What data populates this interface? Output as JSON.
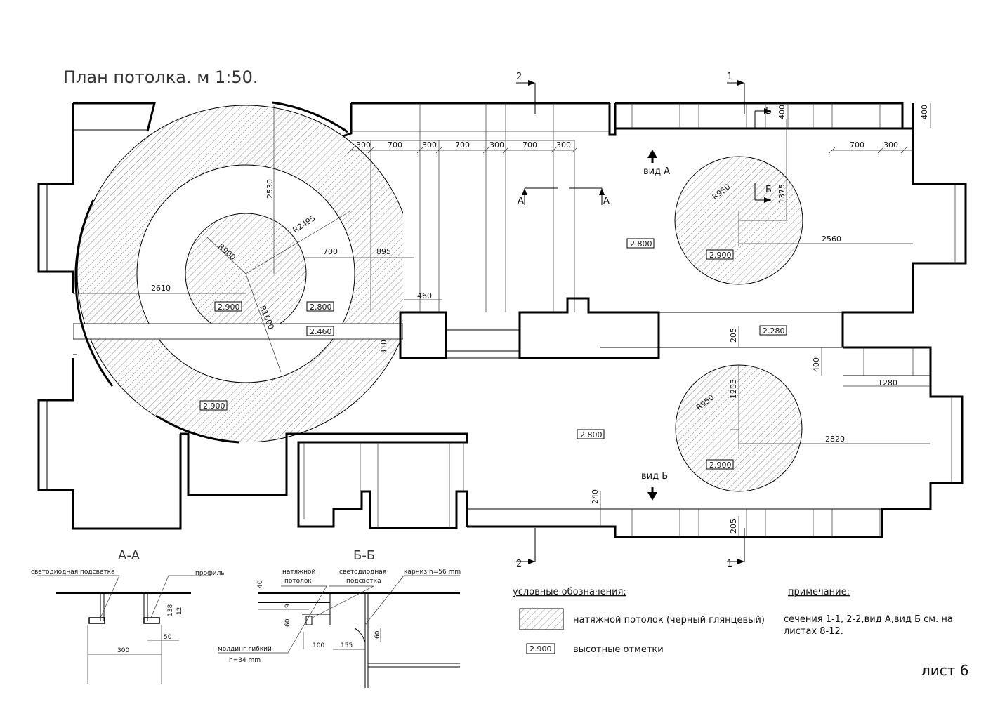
{
  "title": "План потолка. м 1:50.",
  "sheet": "лист 6",
  "sections": {
    "aa_title": "А-А",
    "bb_title": "Б-Б"
  },
  "section_marks": {
    "s1": "1",
    "s2": "2",
    "a": "А",
    "b": "Б"
  },
  "views": {
    "view_a": "вид А",
    "view_b": "вид Б"
  },
  "elevations": {
    "e1": "2.900",
    "e2": "2.800",
    "e3": "2.460",
    "e4": "2.900",
    "e5": "2.800",
    "e6": "2.900",
    "e7": "2.280",
    "e8": "2.800",
    "e9": "2.900"
  },
  "dims": {
    "d300a": "300",
    "d700a": "700",
    "d300b": "300",
    "d700b": "700",
    "d300c": "300",
    "d700c": "700",
    "d300d": "300",
    "d2530": "2530",
    "r2495": "R2495",
    "r900": "R900",
    "d700d": "700",
    "d895": "895",
    "d2610": "2610",
    "r1600": "R1600",
    "d460": "460",
    "d310": "310",
    "d400a": "400",
    "d400b": "400",
    "d700e": "700",
    "d300e": "300",
    "r950a": "R950",
    "d1375": "1375",
    "d2560": "2560",
    "d205a": "205",
    "d400c": "400",
    "d1280": "1280",
    "d1205": "1205",
    "r950b": "R950",
    "d2820": "2820",
    "d240": "240",
    "d205b": "205"
  },
  "aa_labels": {
    "led": "светодиодная подсветка",
    "profile": "профиль",
    "d138": "138",
    "d12": "12",
    "d50": "50",
    "d300": "300"
  },
  "bb_labels": {
    "stretch1": "натяжной",
    "stretch2": "потолок",
    "led1": "светодиодная",
    "led2": "подсветка",
    "cornice": "карниз h=56 mm",
    "molding1": "молдинг гибкий",
    "molding2": "h=34 mm",
    "d40": "40",
    "d9": "9",
    "d60a": "60",
    "d100": "100",
    "d155": "155",
    "d60b": "60"
  },
  "legend": {
    "heading": "условные обозначения:",
    "hatch_label": "натяжной потолок (черный глянцевый)",
    "elev_sample": "2.900",
    "elev_label": "высотные отметки"
  },
  "note": {
    "heading": "примечание:",
    "line1": "сечения 1-1, 2-2,вид А,вид Б см. на",
    "line2": "листах 8-12."
  }
}
